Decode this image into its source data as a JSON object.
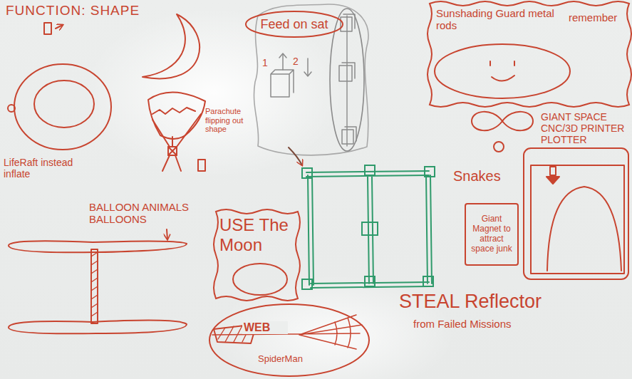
{
  "diagram": {
    "title": "FUNCTION: SHAPE",
    "nodes": [
      {
        "text": [
          "Feed on sat"
        ]
      },
      {
        "text": [
          "Sunshading Guard metal rods",
          "remember"
        ]
      },
      {
        "text": [
          "USE The Moon"
        ]
      },
      {
        "text": [
          "Giant Magnet to attract space junk"
        ]
      },
      {
        "text": [
          "WEB",
          "SpiderMan"
        ]
      }
    ],
    "labels": [
      "1",
      "2",
      "LifeRaft instead inflate",
      "Parachute flipping out shape",
      "BALLOON ANIMALS BALLOONS",
      "GIANT SPACE CNC/3D PRINTER PLOTTER",
      "Snakes",
      "STEAL Reflector",
      "from Failed Missions"
    ]
  }
}
